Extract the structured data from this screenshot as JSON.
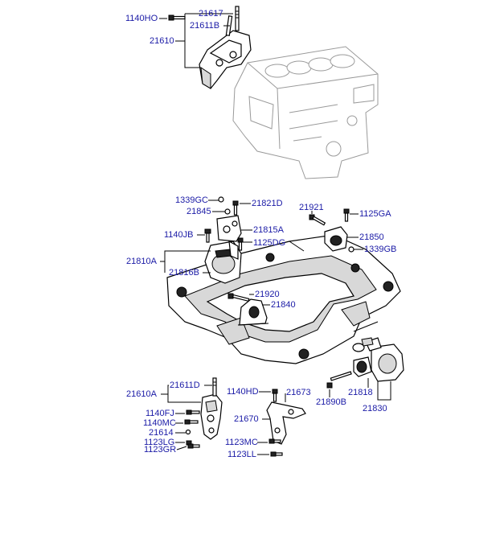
{
  "diagram": {
    "labels": {
      "l_1140HO": "1140HO",
      "l_21617": "21617",
      "l_21611B": "21611B",
      "l_21610": "21610",
      "l_1339GC": "1339GC",
      "l_21821D": "21821D",
      "l_21845": "21845",
      "l_21815A": "21815A",
      "l_1140JB": "1140JB",
      "l_1125DG": "1125DG",
      "l_21810A": "21810A",
      "l_21816B": "21816B",
      "l_21921": "21921",
      "l_1125GA": "1125GA",
      "l_21850": "21850",
      "l_1339GB": "1339GB",
      "l_21920": "21920",
      "l_21840": "21840",
      "l_21611D": "21611D",
      "l_21610A": "21610A",
      "l_1140HD": "1140HD",
      "l_21673": "21673",
      "l_21670": "21670",
      "l_1140FJ": "1140FJ",
      "l_1140MC": "1140MC",
      "l_21614": "21614",
      "l_1123LG": "1123LG",
      "l_1123GR": "1123GR",
      "l_1123MC": "1123MC",
      "l_1123LL": "1123LL",
      "l_21818": "21818",
      "l_21890B": "21890B",
      "l_21830": "21830"
    }
  }
}
